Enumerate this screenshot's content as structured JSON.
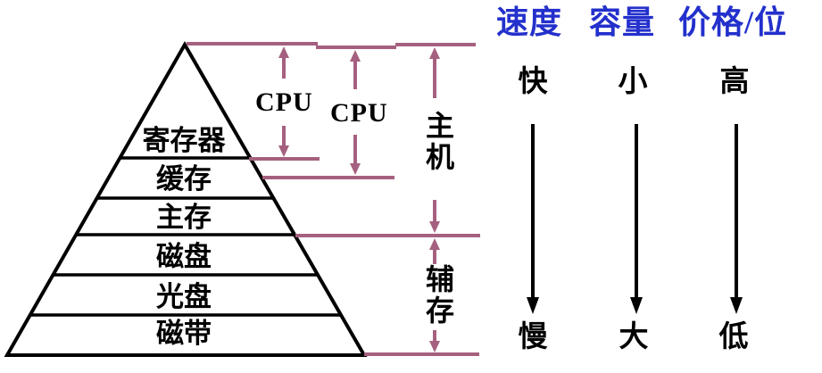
{
  "pyramid": {
    "levels": [
      "寄存器",
      "缓存",
      "主存",
      "磁盘",
      "光盘",
      "磁带"
    ]
  },
  "cpu_labels": {
    "first": "CPU",
    "second": "CPU"
  },
  "brackets": {
    "host": "主机",
    "auxiliary": "辅存"
  },
  "columns": {
    "headers": [
      "速度",
      "容量",
      "价格/位"
    ],
    "top_values": [
      "快",
      "小",
      "高"
    ],
    "bottom_values": [
      "慢",
      "大",
      "低"
    ]
  },
  "colors": {
    "accent_purple": "#a5607f",
    "header_blue": "#2330cc",
    "ink_black": "#000000"
  }
}
